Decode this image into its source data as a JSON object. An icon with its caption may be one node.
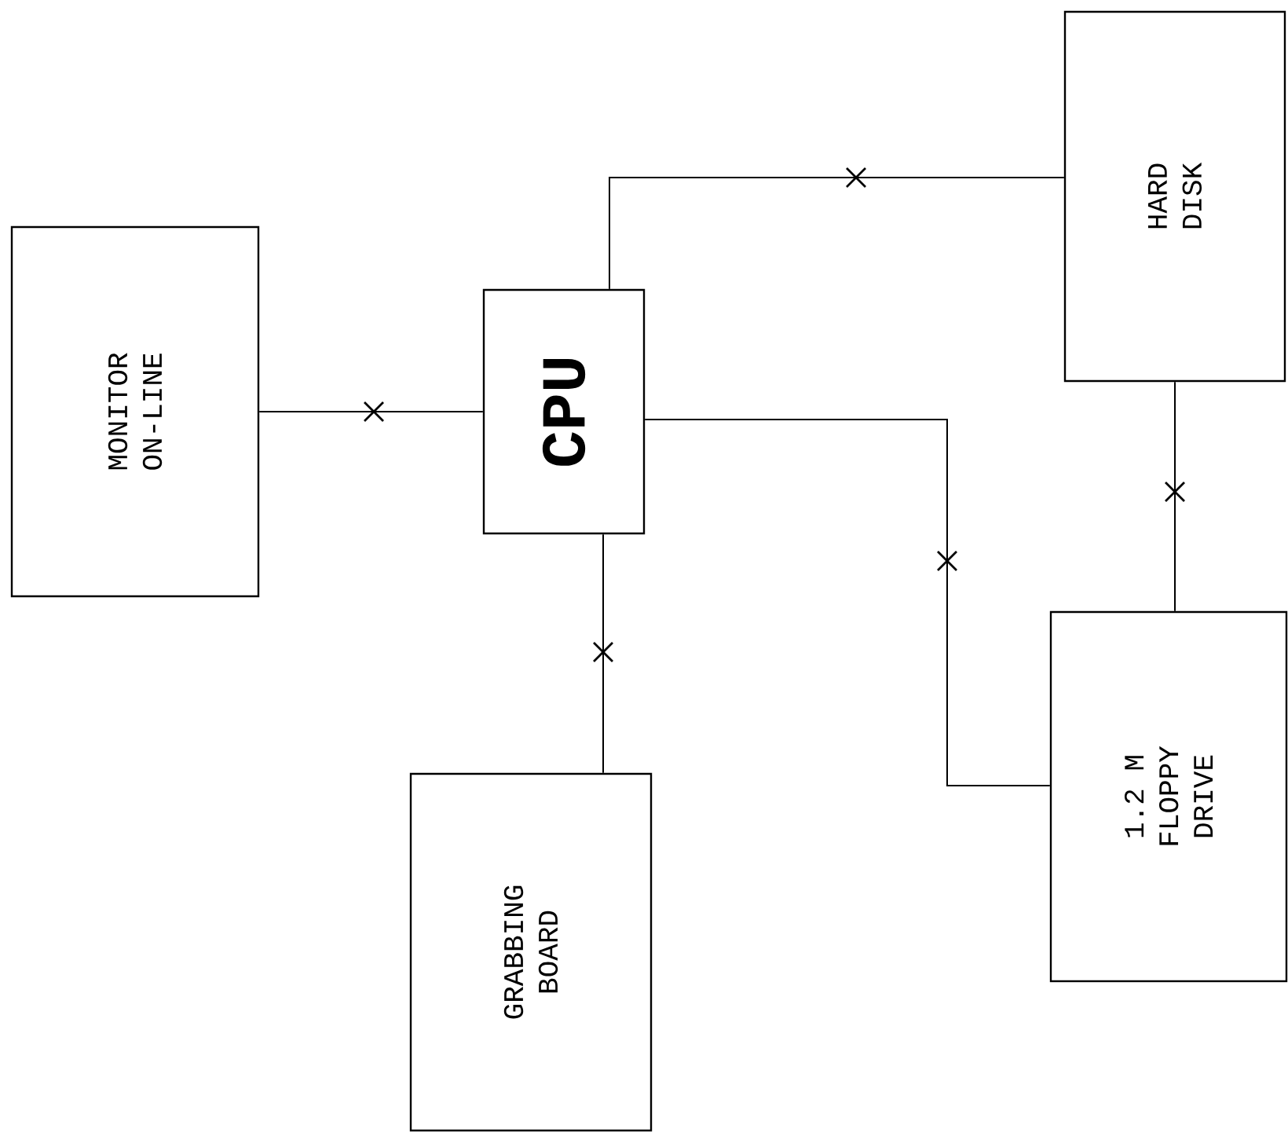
{
  "diagram": {
    "nodes": [
      {
        "text": [
          "MONITOR ON-LINE"
        ]
      },
      {
        "text": [
          "CPU"
        ]
      },
      {
        "text": [
          "GRABBING BOARD"
        ]
      },
      {
        "text": [
          "HARD DISK"
        ]
      },
      {
        "text": [
          "1.2 M FLOPPY DRIVE"
        ]
      }
    ],
    "edges": [
      {
        "from": 0,
        "to": 1,
        "arrow": "none"
      },
      {
        "from": 1,
        "to": 2,
        "arrow": "none"
      },
      {
        "from": 1,
        "to": 3,
        "arrow": "none"
      },
      {
        "from": 1,
        "to": 4,
        "arrow": "none"
      },
      {
        "from": 3,
        "to": 4,
        "arrow": "none"
      }
    ]
  }
}
